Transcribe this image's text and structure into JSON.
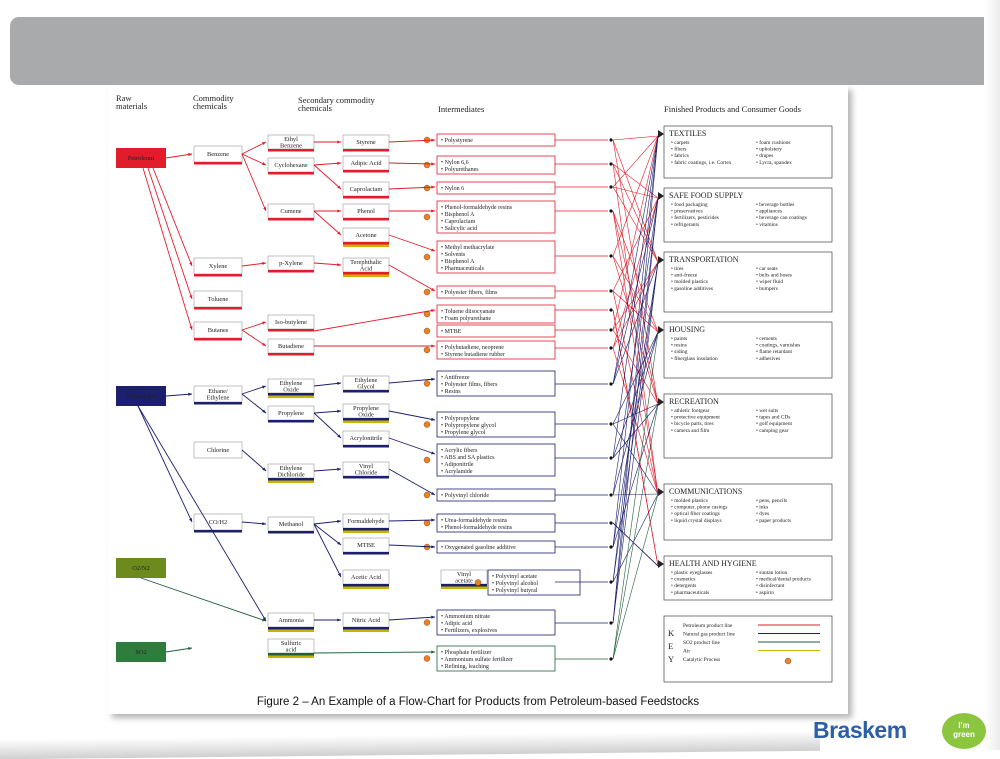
{
  "slide": {
    "brand": "Braskem",
    "badge_line1": "I'm",
    "badge_line2": "green"
  },
  "figure": {
    "caption": "Figure 2 – An Example of a Flow-Chart for Products from Petroleum-based Feedstocks",
    "headers": {
      "raw": [
        "Raw",
        "materials"
      ],
      "commodity": [
        "Commodity",
        "chemicals"
      ],
      "secondary": [
        "Secondary commodity",
        "chemicals"
      ],
      "intermediates": [
        "Intermediates"
      ],
      "finished": [
        "Finished Products and Consumer Goods"
      ]
    },
    "raw_materials": [
      "Petroleum",
      "Natural gas",
      "O2/N2",
      "SO2"
    ],
    "commodity": [
      "Benzene",
      "Xylene",
      "Toluene",
      "Butanes",
      "Ethane/ Ethylene",
      "Chlorine",
      "CO/H2"
    ],
    "secondary_a": [
      "Ethyl Benzene",
      "Cyclohexane",
      "Cumene",
      "p-Xylene",
      "Iso-butylene",
      "Butadiene",
      "Ethylene Oxide",
      "Propylene",
      "Ethylene Dichloride",
      "Methanol",
      "Ammonia",
      "Sulfuric acid"
    ],
    "secondary_b": [
      "Styrene",
      "Adipic Acid",
      "Caprolactam",
      "Phenol",
      "Acetone",
      "Terephthalic Acid",
      "Ethylene Glycol",
      "Propylene Oxide",
      "Acrylonitrile",
      "Vinyl Chloride",
      "Formaldehyde",
      "MTBE",
      "Acetic Acid",
      "Nitric Acid",
      "Vinyl acetate"
    ],
    "intermediates": [
      [
        "Polystyrene"
      ],
      [
        "Nylon 6,6",
        "Polyurethanes"
      ],
      [
        "Nylon 6"
      ],
      [
        "Phenol-formaldehyde resins",
        "Bisphenol A",
        "Caprolactam",
        "Salicylic acid"
      ],
      [
        "Methyl methacrylate",
        "Solvents",
        "Bisphenol A",
        "Pharmaceuticals"
      ],
      [
        "Polyester fibers, films"
      ],
      [
        "Toluene diisocyanate",
        "Foam polyurethane"
      ],
      [
        "MTBE"
      ],
      [
        "Polybutadiene, neoprene",
        "Styrene butadiene rubber"
      ],
      [
        "Antifreeze",
        "Polyester films, fibers",
        "Resins"
      ],
      [
        "Polypropylene",
        "Polypropylene glycol",
        "Propylene glycol"
      ],
      [
        "Acrylic fibers",
        "ABS and SA plastics",
        "Adiponitrile",
        "Acrylamide"
      ],
      [
        "Polyvinyl chloride"
      ],
      [
        "Urea-formaldehyde resins",
        "Phenol-formaldehyde resins"
      ],
      [
        "Oxygenated gasoline additive"
      ],
      [
        "Polyvinyl acetate",
        "Polyvinyl alcohol",
        "Polyvinyl butyral"
      ],
      [
        "Ammonium nitrate",
        "Adipic acid",
        "Fertilizers, explosives"
      ],
      [
        "Phosphate fertilizer",
        "Ammonium sulfate fertilizer",
        "Refining, leaching"
      ]
    ],
    "finished": [
      {
        "title": "TEXTILES",
        "items_left": [
          "carpets",
          "fibers",
          "fabrics",
          "fabric coatings, i.e. Cortex"
        ],
        "items_right": [
          "foam cushions",
          "upholstery",
          "drapes",
          "Lycra, spandex"
        ]
      },
      {
        "title": "SAFE FOOD SUPPLY",
        "items_left": [
          "food packaging",
          "preservatives",
          "fertilizers, pesticides",
          "refrigerants"
        ],
        "items_right": [
          "beverage bottles",
          "appliances",
          "beverage can coatings",
          "vitamins"
        ]
      },
      {
        "title": "TRANSPORTATION",
        "items_left": [
          "tires",
          "anti-freeze",
          "molded plastics",
          "gasoline additives"
        ],
        "items_right": [
          "car seats",
          "belts and hoses",
          "wiper fluid",
          "bumpers"
        ]
      },
      {
        "title": "HOUSING",
        "items_left": [
          "paints",
          "resins",
          "siding",
          "fiberglass insulation"
        ],
        "items_right": [
          "cements",
          "coatings, varnishes",
          "flame retardant",
          "adhesives"
        ]
      },
      {
        "title": "RECREATION",
        "items_left": [
          "athletic footgear",
          "protective equipment",
          "bicycle parts, tires",
          "camera and film"
        ],
        "items_right": [
          "wet suits",
          "tapes and CDs",
          "golf equipment",
          "camping gear"
        ]
      },
      {
        "title": "COMMUNICATIONS",
        "items_left": [
          "molded plastics",
          "computer, phone casings",
          "optical fiber coatings",
          "liquid crystal displays"
        ],
        "items_right": [
          "pens, pencils",
          "inks",
          "dyes",
          "paper products"
        ]
      },
      {
        "title": "HEALTH AND HYGIENE",
        "items_left": [
          "plastic eyeglasses",
          "cosmetics",
          "detergents",
          "pharmaceuticals"
        ],
        "items_right": [
          "suntan lotion",
          "medical/dental products",
          "disinfectant",
          "aspirin"
        ]
      }
    ],
    "key": {
      "letters": [
        "K",
        "E",
        "Y"
      ],
      "entries": [
        "Petroleum product line",
        "Natural gas product line",
        "SO2 product line",
        "Air",
        "Catalytic Process"
      ]
    },
    "colors": {
      "petroleum": "#e21d2b",
      "natural_gas": "#1c1f6e",
      "so2": "#1f5f3a",
      "air": "#c8b400",
      "catalyst": "#e8822a",
      "o2n2_fill": "#6d8a1c",
      "so2_fill": "#2e7d3c"
    }
  }
}
